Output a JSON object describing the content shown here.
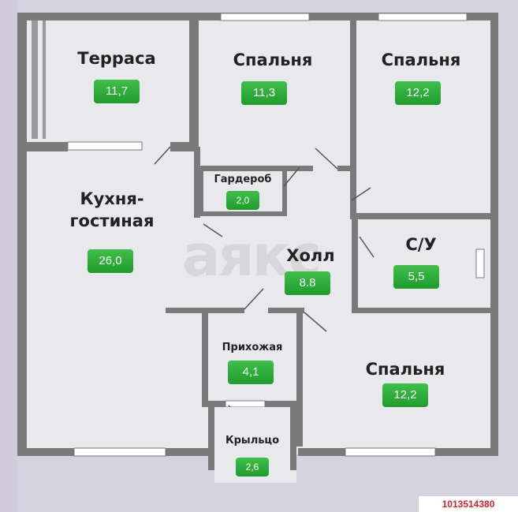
{
  "rooms": {
    "terrace": {
      "name": "Терраса",
      "area": "11,7"
    },
    "bedroom_1": {
      "name": "Спальня",
      "area": "11,3"
    },
    "bedroom_2": {
      "name": "Спальня",
      "area": "12,2"
    },
    "closet": {
      "name": "Гардероб",
      "area": "2,0"
    },
    "kitchen": {
      "name": "Кухня-\nгостиная",
      "area": "26,0"
    },
    "hall": {
      "name": "Холл",
      "area": "8.8"
    },
    "bathroom": {
      "name": "С/У",
      "area": "5,5"
    },
    "hallway": {
      "name": "Прихожая",
      "area": "4,1"
    },
    "bedroom_3": {
      "name": "Спальня",
      "area": "12,2"
    },
    "porch": {
      "name": "Крыльцо",
      "area": "2,6"
    }
  },
  "watermark": "аякс",
  "listing_id": "1013514380",
  "colors": {
    "wall": "#7a7a7a",
    "floor": "#e9e9ed",
    "badge": "#2aa838",
    "background": "#d6d3e0"
  }
}
